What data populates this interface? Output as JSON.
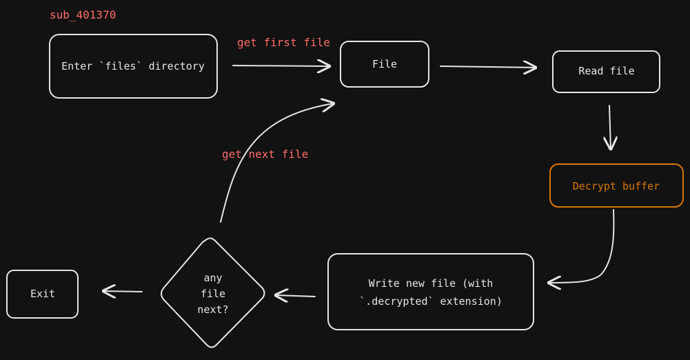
{
  "diagram": {
    "title": "sub_401370",
    "nodes": {
      "enter_files_dir": {
        "label": "Enter `files` directory"
      },
      "file": {
        "label": "File"
      },
      "read_file": {
        "label": "Read file"
      },
      "decrypt_buffer": {
        "label": "Decrypt buffer",
        "color": "#d97706"
      },
      "write_new_file": {
        "line1": "Write new file (with",
        "line2": "`.decrypted` extension)"
      },
      "any_file_next": {
        "line1": "any",
        "line2": "file",
        "line3": "next?"
      },
      "exit": {
        "label": "Exit"
      }
    },
    "edges": {
      "get_first_file": "get first file",
      "get_next_file": "get next file"
    }
  },
  "colors": {
    "background": "#121212",
    "stroke": "#e6e6e6",
    "accent_label": "#ff6b6b",
    "highlight_node": "#d97706"
  }
}
